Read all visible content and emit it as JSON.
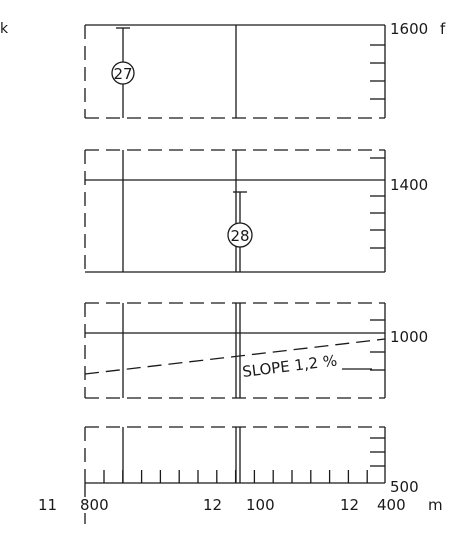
{
  "markers": {
    "m27": "27",
    "m28": "28"
  },
  "elevation_labels": {
    "e1600": "1600",
    "e1600_unit": "f",
    "e1400": "1400",
    "e1000": "1000",
    "e500": "500"
  },
  "station_labels": {
    "s11800_a": "11",
    "s11800_b": "800",
    "s12100_a": "12",
    "s12100_b": "100",
    "s12400_a": "12",
    "s12400_b": "400",
    "unit": "m"
  },
  "annotations": {
    "slope": "SLOPE 1,2 %"
  },
  "corner_mark": "k",
  "colors": {
    "ink": "#1a1a1a",
    "background": "#ffffff"
  }
}
